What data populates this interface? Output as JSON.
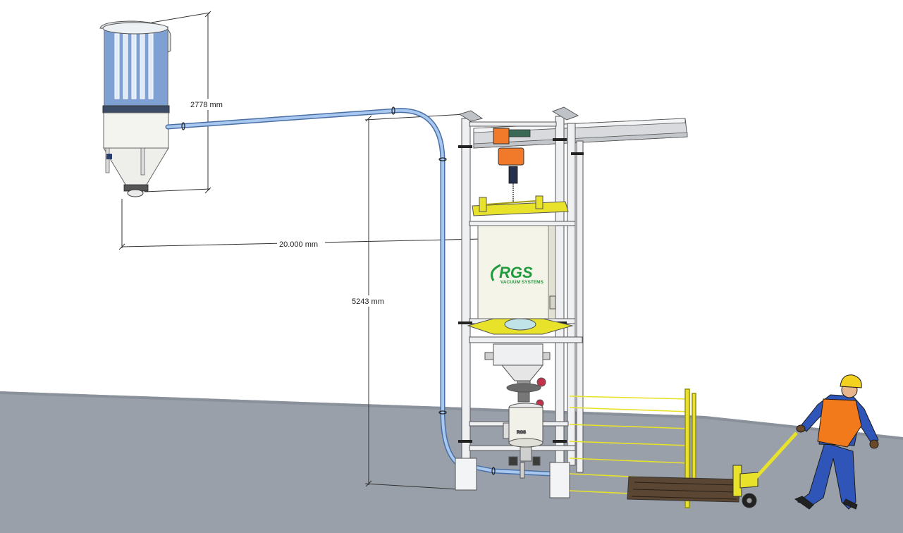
{
  "dimensions": {
    "silo_height": "2778 mm",
    "horizontal_distance": "20.000 mm",
    "station_height": "5243 mm"
  },
  "logo": {
    "brand": "RGS",
    "tagline": "VACUUM SYSTEMS",
    "small_brand": "RGS"
  },
  "colors": {
    "floor": "#99a0aa",
    "pipe": "#8fb8e8",
    "frame": "#eef0f2",
    "bag": "#f4f4e8",
    "yellow": "#e8e22a",
    "hoist": "#f07a2a",
    "worker_suit": "#2f55b8",
    "worker_vest": "#f27a1a",
    "logo_green": "#1f9a3c"
  }
}
